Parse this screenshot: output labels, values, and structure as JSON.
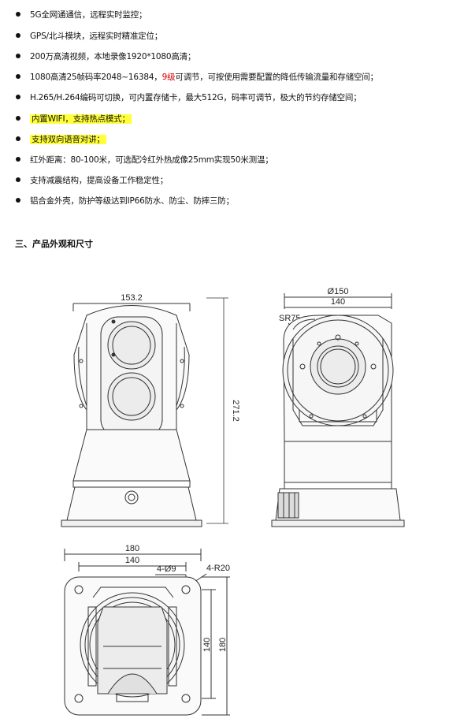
{
  "features": [
    {
      "text": "5G全网通通信，远程实时监控；",
      "highlight": false
    },
    {
      "text": "GPS/北斗模块，远程实时精准定位；",
      "highlight": false
    },
    {
      "text": "200万高清视频，本地录像1920*1080高清；",
      "highlight": false
    },
    {
      "pre": "1080高清25帧码率2048~16384，",
      "red": "9级",
      "post": "可调节，可按使用需要配置的降低传输流量和存储空间；",
      "highlight": false
    },
    {
      "text": "H.265/H.264编码可切换，可内置存储卡，最大512G，码率可调节，极大的节约存储空间；",
      "highlight": false
    },
    {
      "text": "内置WIFI，支持热点模式；",
      "highlight": true
    },
    {
      "text": "支持双向语音对讲；",
      "highlight": true
    },
    {
      "text": "红外距离：80-100米，可选配冷红外热成像25mm实现50米测温；",
      "highlight": false
    },
    {
      "text": "支持减震结构，提高设备工作稳定性；",
      "highlight": false
    },
    {
      "text": "铝合金外壳，防护等级达到IP66防水、防尘、防摔三防；",
      "highlight": false
    }
  ],
  "section_title": "三、产品外观和尺寸",
  "dimensions": {
    "front_width": "153.2",
    "front_height": "271.2",
    "side_diameter": "Ø150",
    "side_width": "140",
    "side_radius": "SR75",
    "bottom_outer_width": "180",
    "bottom_inner_width": "140",
    "bottom_holes": "4-Ø9",
    "bottom_corner": "4-R20",
    "bottom_inner_height": "140",
    "bottom_outer_height": "180"
  },
  "colors": {
    "highlight": "#ffff3a",
    "accent_red": "#d40000"
  }
}
